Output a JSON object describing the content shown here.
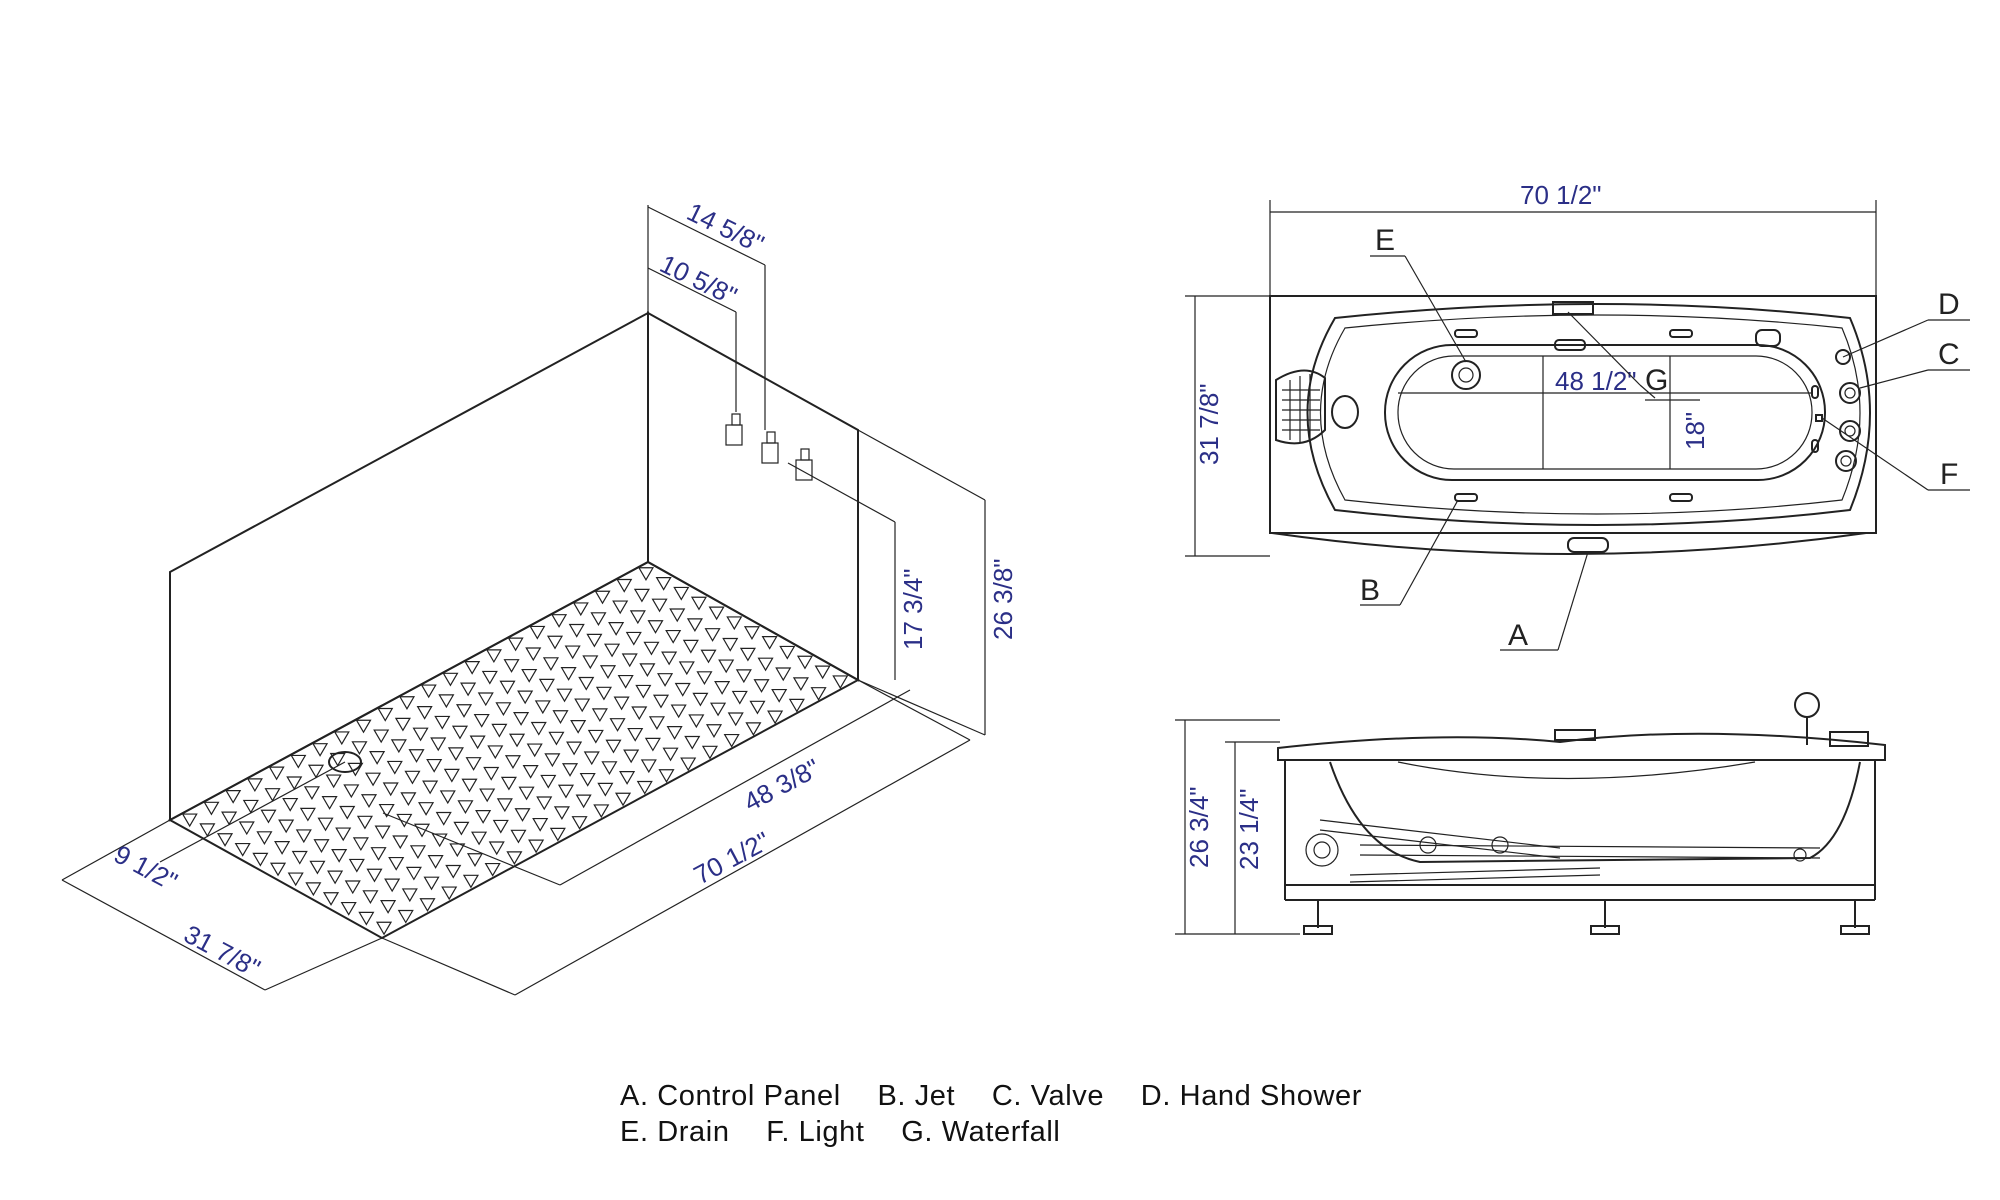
{
  "iso_view": {
    "dims": {
      "offset_outer": "14 5/8\"",
      "offset_inner": "10 5/8\"",
      "valve_height": "17 3/4\"",
      "total_height": "26 3/8\"",
      "inner_length": "48 3/8\"",
      "total_length": "70 1/2\"",
      "drain_offset": "9 1/2\"",
      "total_width": "31 7/8\""
    }
  },
  "top_view": {
    "dims": {
      "length": "70 1/2\"",
      "width": "31 7/8\"",
      "inner_length": "48 1/2\"",
      "inner_width": "18\""
    },
    "callouts": {
      "a": "A",
      "b": "B",
      "c": "C",
      "d": "D",
      "e": "E",
      "f": "F",
      "g": "G"
    }
  },
  "side_view": {
    "dims": {
      "total_height": "26 3/4\"",
      "apron_height": "23 1/4\""
    }
  },
  "legend": {
    "row1": [
      "A. Control Panel",
      "B. Jet",
      "C. Valve",
      "D. Hand Shower"
    ],
    "row2": [
      "E. Drain",
      "F. Light",
      "G. Waterfall"
    ]
  }
}
